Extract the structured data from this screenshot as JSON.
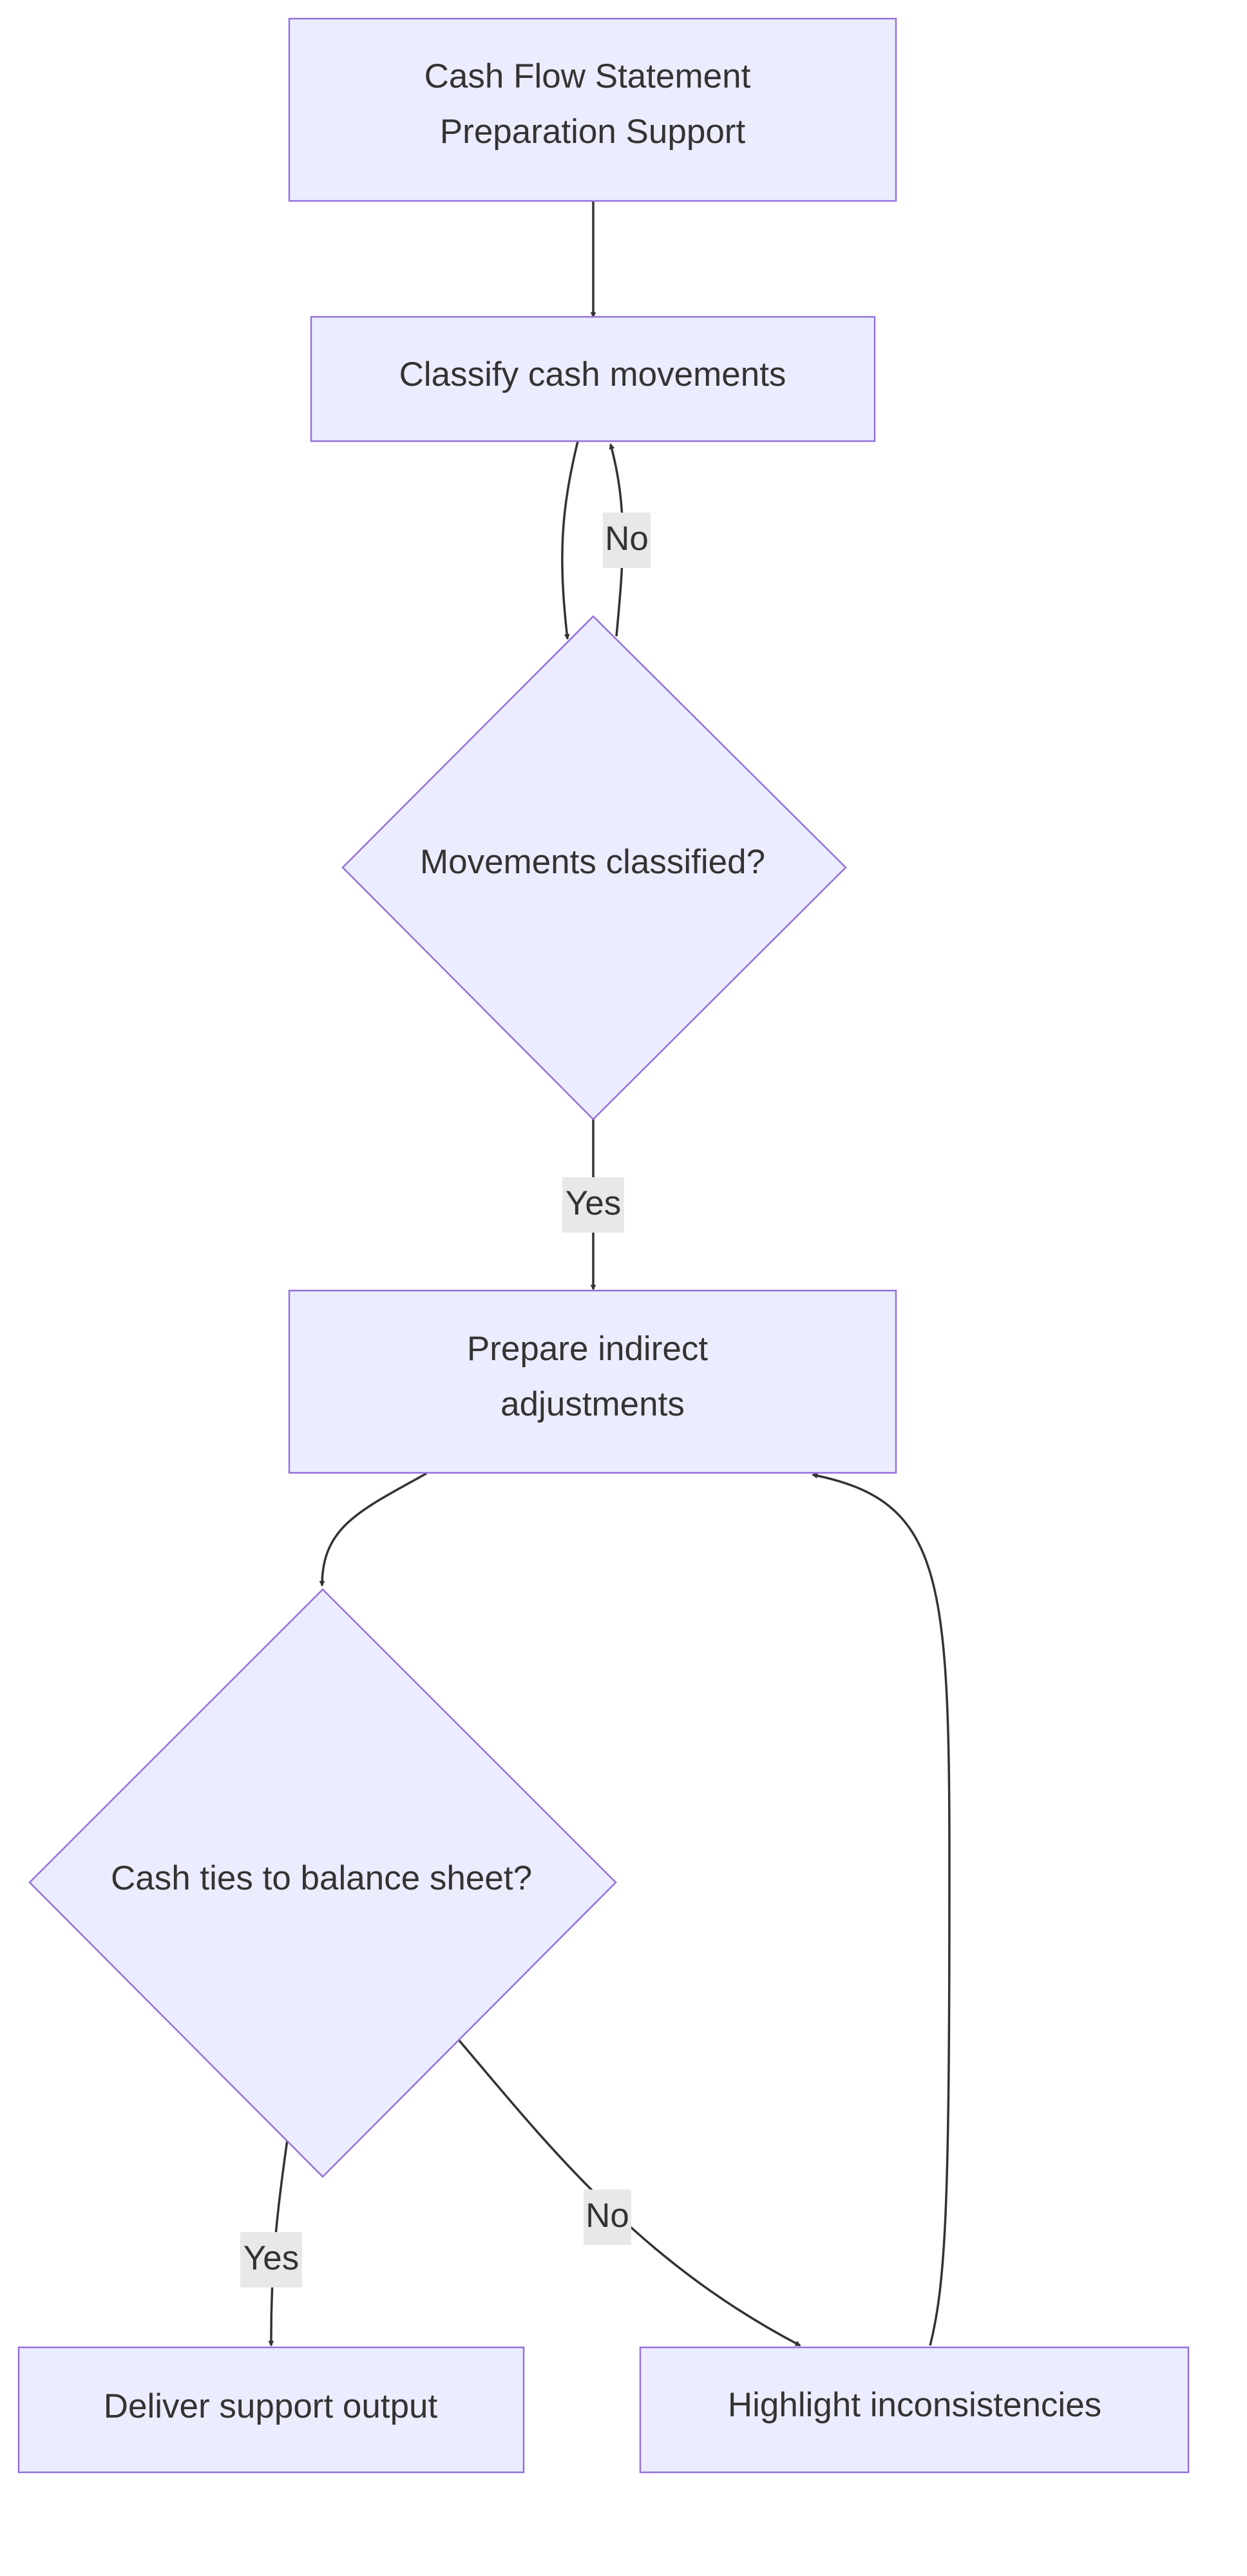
{
  "diagram": {
    "nodes": {
      "start": {
        "lines": [
          "Cash Flow Statement",
          "Preparation Support"
        ]
      },
      "classify": {
        "lines": [
          "Classify cash movements"
        ]
      },
      "classified_check": {
        "lines": [
          "Movements classified?"
        ]
      },
      "prepare": {
        "lines": [
          "Prepare indirect",
          "adjustments"
        ]
      },
      "ties_check": {
        "lines": [
          "Cash ties to balance sheet?"
        ]
      },
      "deliver": {
        "lines": [
          "Deliver support output"
        ]
      },
      "highlight": {
        "lines": [
          "Highlight inconsistencies"
        ]
      }
    },
    "edges": {
      "start_to_classify": {
        "label": ""
      },
      "classify_to_check": {
        "label": ""
      },
      "check_no_to_classify": {
        "label": "No"
      },
      "check_yes_to_prepare": {
        "label": "Yes"
      },
      "prepare_to_ties": {
        "label": ""
      },
      "ties_yes_to_deliver": {
        "label": "Yes"
      },
      "ties_no_to_highlight": {
        "label": "No"
      },
      "highlight_to_prepare": {
        "label": ""
      }
    },
    "colors": {
      "node_fill": "#ECECFF",
      "node_stroke": "#9370DB",
      "edge": "#333333",
      "label_background": "#e8e8e8",
      "text": "#333333"
    }
  }
}
